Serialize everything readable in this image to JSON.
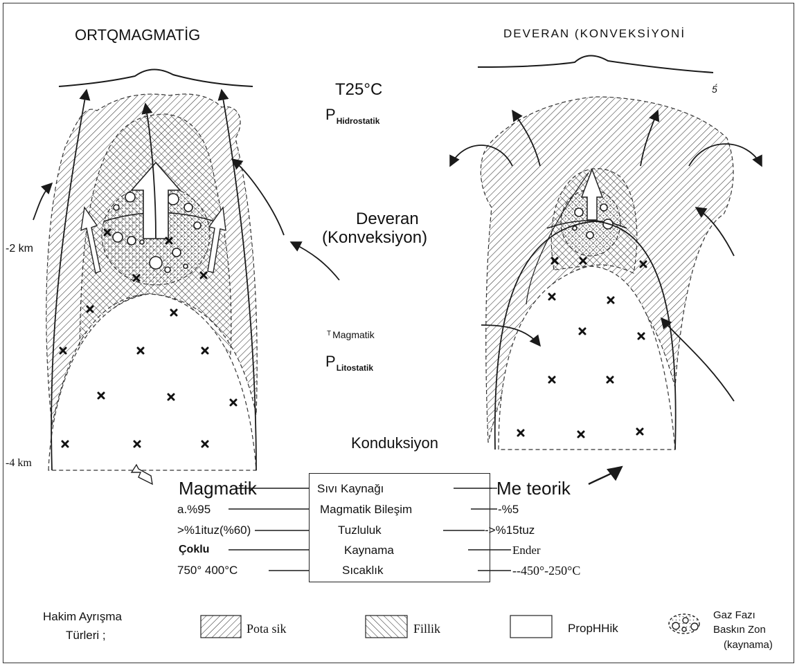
{
  "titles": {
    "left": "ORTQMAGMATİG",
    "right": "DEVERAN (KONVEKSİYONİ"
  },
  "center": {
    "temp": "T25°C",
    "p_hydro_main": "P",
    "p_hydro_sub": "Hidrostatik",
    "deveran_line1": "Deveran",
    "deveran_line2": "(Konveksiyon)",
    "t_mag_main": "T",
    "t_mag_sub": "Magmatik",
    "p_lito_main": "P",
    "p_lito_sub": "Litostatik",
    "konduksiyon": "Konduksiyon"
  },
  "depth": {
    "d2": "-2 km",
    "d4": "-4 km"
  },
  "corner_mark": "5́",
  "table": {
    "left": [
      "Magmatik",
      "a.%95",
      ">%1ituz(%60)",
      "Çoklu",
      "750° 400°C"
    ],
    "center": [
      "Sıvı  Kaynağı",
      "Magmatik  Bileşim",
      "Tuzluluk",
      "Kaynama",
      "Sıcaklık"
    ],
    "right": [
      "Me teorik",
      "-%5",
      "->%15tuz",
      "Ender",
      "--450°-250°C"
    ]
  },
  "legend": {
    "title_line1": "Hakim  Ayrışma",
    "title_line2": "Türleri  ;",
    "potasik": "Pota sik",
    "fillik": "Fillik",
    "propilitik": "PropHHik",
    "gaz_line1": "Gaz  Fazı",
    "gaz_line2": "Baskın Zon",
    "gaz_line3": "(kaynama)"
  },
  "colors": {
    "line": "#1a1a1a",
    "hatch": "#333333",
    "stipple": "#555555",
    "background": "#ffffff"
  }
}
